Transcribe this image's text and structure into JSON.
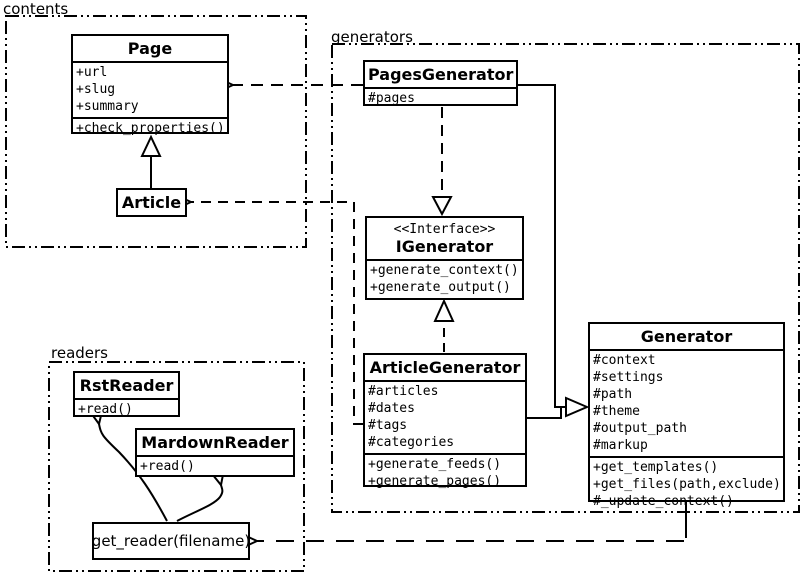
{
  "packages": {
    "contents": {
      "label": "contents"
    },
    "generators": {
      "label": "generators"
    },
    "readers": {
      "label": "readers"
    }
  },
  "classes": {
    "page": {
      "name": "Page",
      "attrs": [
        "+url",
        "+slug",
        "+summary"
      ],
      "methods": [
        "+check_properties()"
      ]
    },
    "article": {
      "name": "Article"
    },
    "pages_generator": {
      "name": "PagesGenerator",
      "attrs": [
        "#pages"
      ]
    },
    "igenerator": {
      "stereotype": "<<Interface>>",
      "name": "IGenerator",
      "methods": [
        "+generate_context()",
        "+generate_output()"
      ]
    },
    "article_generator": {
      "name": "ArticleGenerator",
      "attrs": [
        "#articles",
        "#dates",
        "#tags",
        "#categories"
      ],
      "methods": [
        "+generate_feeds()",
        "+generate_pages()"
      ]
    },
    "generator": {
      "name": "Generator",
      "attrs": [
        "#context",
        "#settings",
        "#path",
        "#theme",
        "#output_path",
        "#markup"
      ],
      "methods": [
        "+get_templates()",
        "+get_files(path,exclude)",
        "#_update_context()"
      ]
    },
    "rst_reader": {
      "name": "RstReader",
      "methods": [
        "+read()"
      ]
    },
    "mardown_reader": {
      "name": "MardownReader",
      "methods": [
        "+read()"
      ]
    },
    "get_reader": {
      "label": "get_reader(filename)"
    }
  },
  "colors": {
    "line": "#000000",
    "background": "#ffffff"
  }
}
